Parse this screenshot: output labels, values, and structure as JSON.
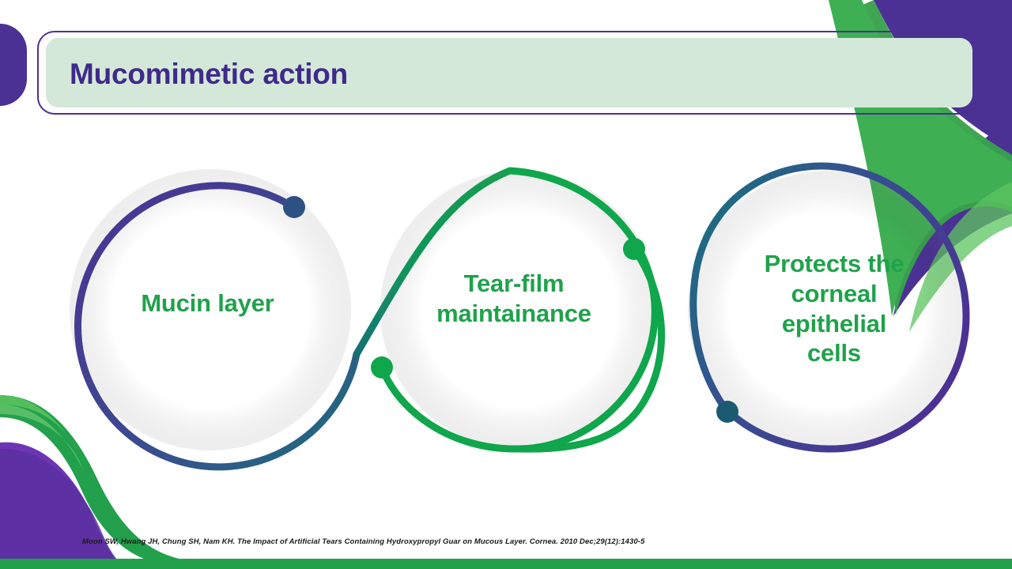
{
  "slide": {
    "title": "Mucomimetic action",
    "citation": "Moon SW, Hwang JH, Chung SH, Nam KH. The Impact of Artificial Tears Containing Hydroxypropyl Guar on Mucous Layer. Cornea. 2010 Dec;29(12):1430-5"
  },
  "colors": {
    "purple": "#4b3194",
    "purple_dark": "#3e2a8a",
    "green": "#22a04c",
    "green_light": "#5cc45f",
    "green_text": "#1fa24b",
    "mint": "#d4e8d9",
    "teal": "#1c7a7f",
    "navy_dot": "#2d5182",
    "teal_dot": "#1c5a72",
    "green_dot": "#0fa64c",
    "white": "#ffffff"
  },
  "diagram": {
    "type": "s-curve-flow",
    "nodes": [
      {
        "id": "node-1",
        "label": "Mucin layer",
        "loop_color_start": "#4b3194",
        "loop_color_end": "#1c7a7f",
        "dot_color": "#2d5182"
      },
      {
        "id": "node-2",
        "label": "Tear-film maintainance",
        "label_line1": "Tear-film",
        "label_line2": "maintainance",
        "loop_color_start": "#0fa64c",
        "loop_color_end": "#156f74",
        "dot_color": "#0fa64c"
      },
      {
        "id": "node-3",
        "label": "Protects the corneal epithelial cells",
        "label_line1": "Protects the",
        "label_line2": "corneal",
        "label_line3": "epithelial",
        "label_line4": "cells",
        "loop_color_start": "#1c7a7f",
        "loop_color_end": "#4b3194",
        "dot_color": "#1c5a72"
      }
    ]
  },
  "decorations": {
    "header_blob": "purple-rounded-blob-left",
    "top_right_wave": "purple-green-wave",
    "bottom_left_wave": "purple-green-wave",
    "bottom_bar": "green-strip"
  }
}
